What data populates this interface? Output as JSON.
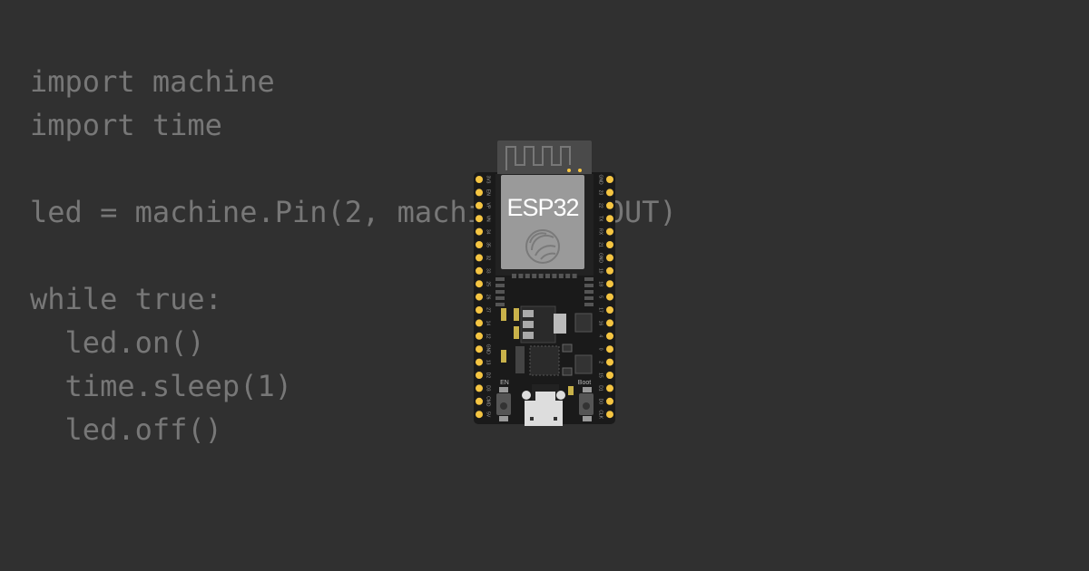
{
  "colors": {
    "background": "#303030",
    "code_text": "#777777",
    "board": "#1a1a1a",
    "pin": "#f5c542",
    "module_shield": "#9a9a9a",
    "module_antenna": "#4a4a4a"
  },
  "code": {
    "lines": [
      "import machine",
      "import time",
      "",
      "led = machine.Pin(2, machine.Pin.OUT)",
      "",
      "while true:",
      "  led.on()",
      "  time.sleep(1)",
      "  led.off()"
    ]
  },
  "board": {
    "chip_label": "ESP32",
    "logo_icon": "espressif-logo-icon",
    "left_pins": [
      "3V3",
      "EN",
      "VP",
      "VN",
      "34",
      "35",
      "32",
      "33",
      "25",
      "26",
      "27",
      "14",
      "12",
      "GND",
      "13",
      "D2",
      "D3",
      "CMD",
      "5V"
    ],
    "right_pins": [
      "GND",
      "23",
      "22",
      "TX",
      "RX",
      "21",
      "GND",
      "19",
      "18",
      "5",
      "17",
      "16",
      "4",
      "0",
      "2",
      "15",
      "D1",
      "D0",
      "CLK"
    ],
    "en_button_label": "EN",
    "boot_button_label": "Boot"
  }
}
